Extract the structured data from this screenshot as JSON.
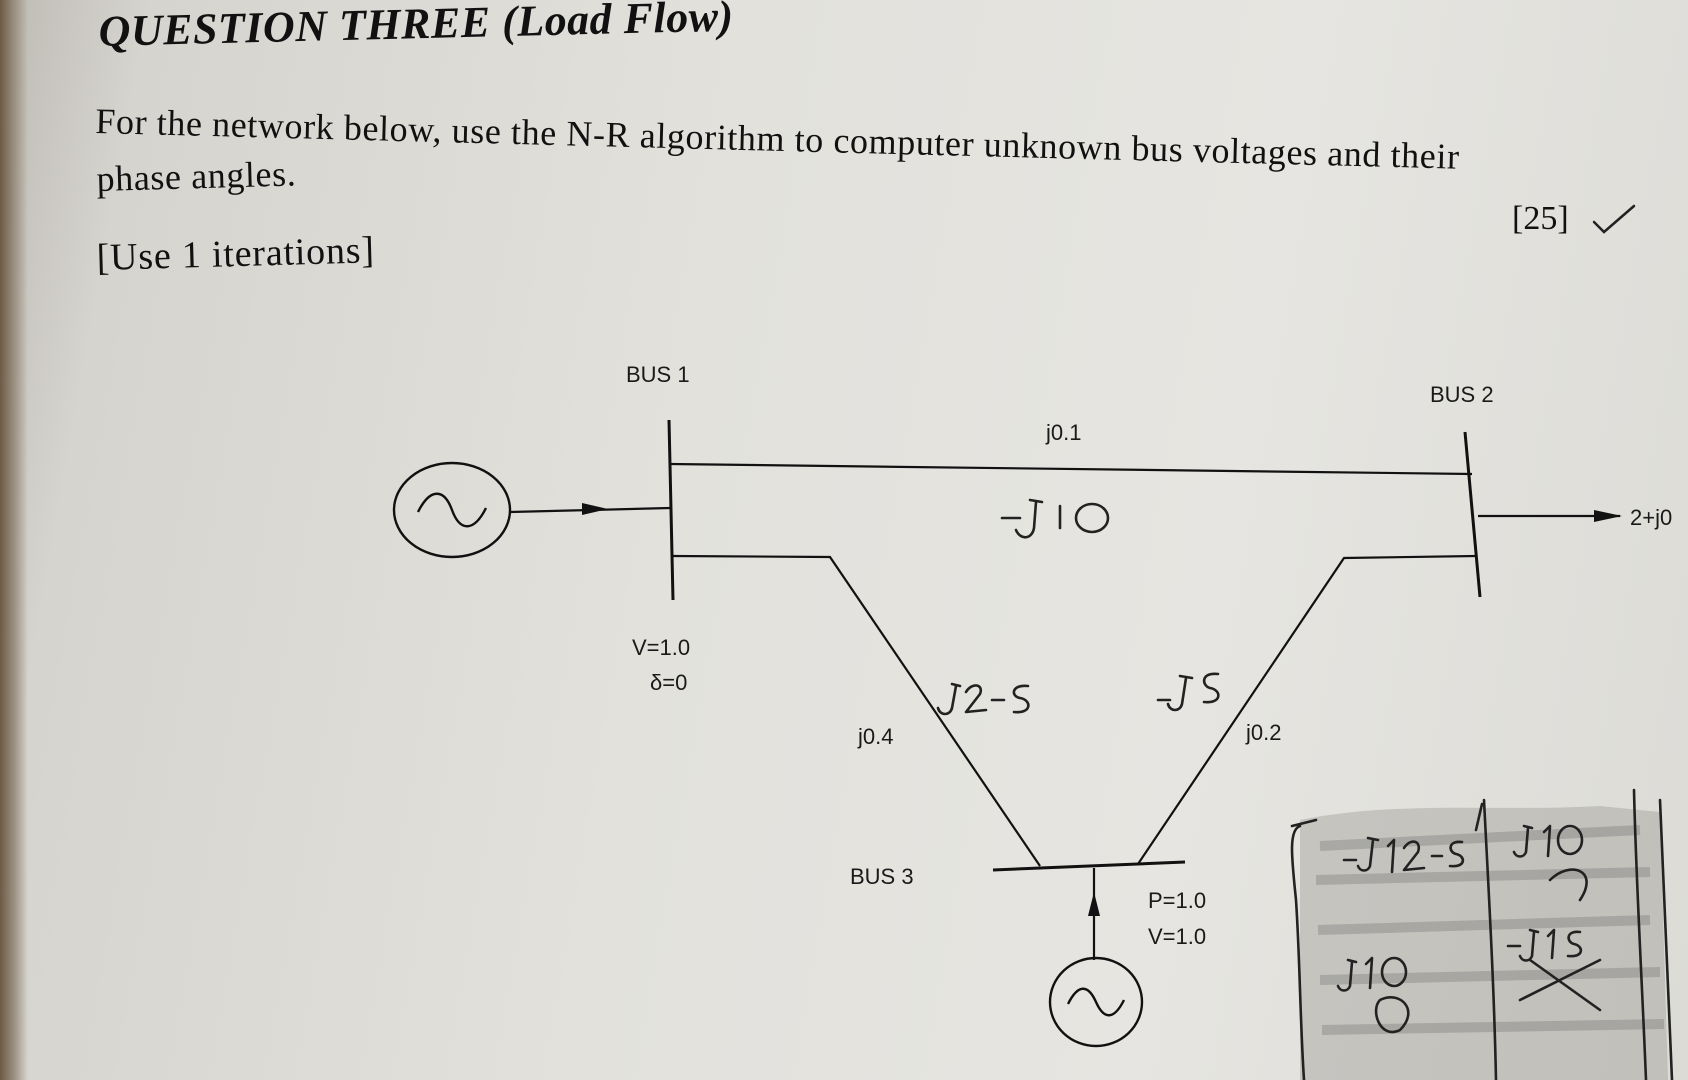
{
  "question": {
    "title": "QUESTION THREE (Load Flow)",
    "instruction_line1": "For the network below, use the N-R algorithm to computer unknown bus voltages and their",
    "instruction_line2": "phase angles.",
    "marks": "[25]",
    "iterations": "[Use 1 iterations]"
  },
  "diagram": {
    "bus1": {
      "label": "BUS 1",
      "voltage": "V=1.0",
      "angle": "δ=0"
    },
    "bus2": {
      "label": "BUS 2",
      "load": "2+j0"
    },
    "bus3": {
      "label": "BUS 3",
      "power": "P=1.0",
      "voltage": "V=1.0"
    },
    "lines": {
      "line_1_2": "j0.1",
      "line_1_3": "j0.4",
      "line_2_3": "j0.2"
    }
  },
  "handwriting": {
    "line_1_2_admittance": "-j10",
    "line_1_3_admittance": "j2-5",
    "line_2_3_admittance": "-j5",
    "matrix_row1_col1": "-j12-5",
    "matrix_row1_col2": "j10",
    "matrix_row2_col1": "j10",
    "matrix_row2_col2": "-j15"
  },
  "icons": {
    "generator": "ac-source-icon",
    "tick": "checkmark-icon"
  }
}
